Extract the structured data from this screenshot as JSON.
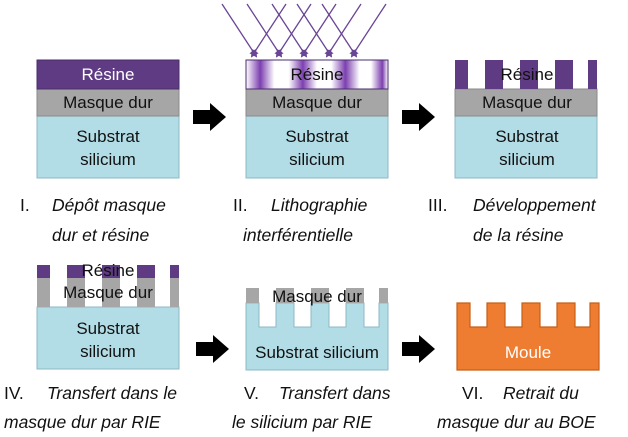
{
  "colors": {
    "resine": "#5e3b83",
    "masque": "#a6a6a6",
    "substrat": "#b2dde6",
    "moule": "#ee7d31",
    "arrow": "#000000",
    "rays": "#6a4596"
  },
  "labels": {
    "resine": "Résine",
    "masque_dur": "Masque dur",
    "substrat_1": "Substrat",
    "substrat_2": "silicium",
    "substrat_silicium": "Substrat silicium",
    "moule": "Moule"
  },
  "steps": [
    {
      "num": "I.",
      "line1": "Dépôt masque",
      "line2": "dur et résine"
    },
    {
      "num": "II.",
      "line1": "Lithographie",
      "line2": "interférentielle"
    },
    {
      "num": "III.",
      "line1": "Développement",
      "line2": "de la résine"
    },
    {
      "num": "IV.",
      "line1": "Transfert dans le",
      "line2": "masque dur par RIE"
    },
    {
      "num": "V.",
      "line1": "Transfert dans",
      "line2": "le silicium par RIE"
    },
    {
      "num": "VI.",
      "line1": "Retrait du",
      "line2": "masque dur au BOE"
    }
  ]
}
